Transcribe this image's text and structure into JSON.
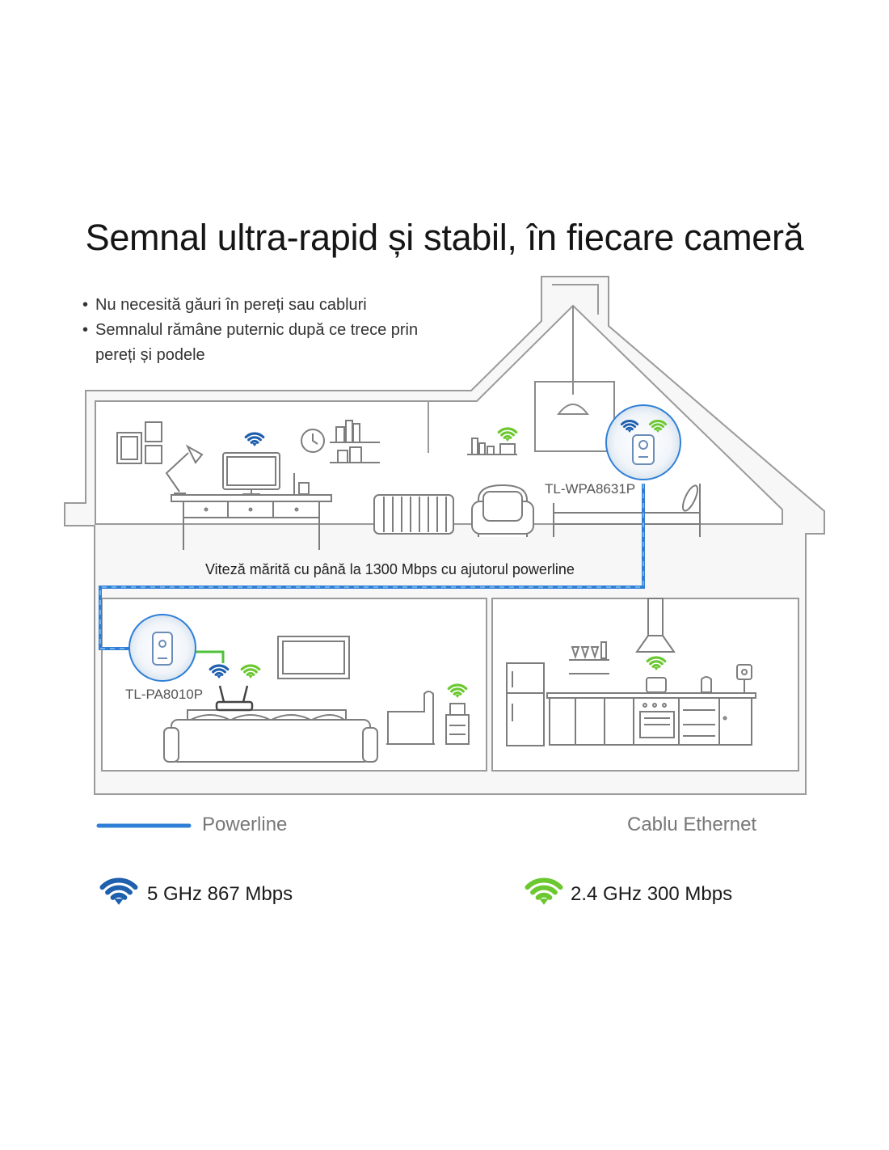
{
  "headline": "Semnal ultra-rapid și stabil, în fiecare cameră",
  "features": [
    "Nu necesită găuri în pereți sau cabluri",
    "Semnalul rămâne puternic după ce trece prin pereți și podele"
  ],
  "devices": {
    "extender": "TL-WPA8631P",
    "adapter": "TL-PA8010P"
  },
  "powerline_note": "Viteză mărită cu până la 1300 Mbps cu ajutorul powerline",
  "legend": {
    "powerline": "Powerline",
    "ethernet": "Cablu Ethernet"
  },
  "bands": {
    "band_5": "5 GHz  867 Mbps",
    "band_24": "2.4 GHz  300 Mbps"
  },
  "colors": {
    "powerline_blue": "#2f7fd6",
    "wifi_blue": "#1e5fae",
    "wifi_green": "#6cc831",
    "ethernet_green": "#4fc23a",
    "outline_gray": "#9a9a9a"
  },
  "icons": [
    "wifi-icon",
    "adapter-icon",
    "router-icon",
    "lamp-icon",
    "clock-icon"
  ]
}
